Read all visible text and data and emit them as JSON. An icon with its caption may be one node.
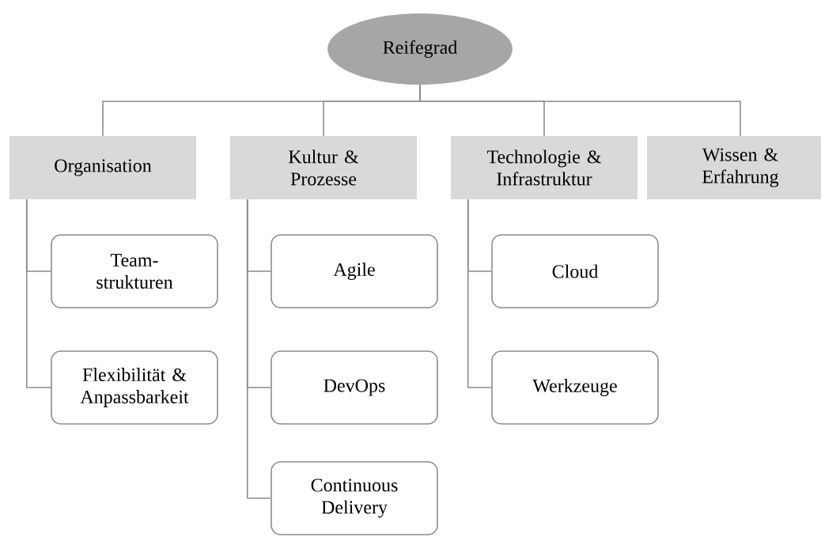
{
  "diagram": {
    "nodes": [
      {
        "text": [
          "Reifegrad"
        ]
      },
      {
        "text": [
          "Organisation"
        ]
      },
      {
        "text": [
          "Kultur & Prozesse"
        ]
      },
      {
        "text": [
          "Technologie & Infrastruktur"
        ]
      },
      {
        "text": [
          "Wissen & Erfahrung"
        ]
      },
      {
        "text": [
          "Team- strukturen"
        ]
      },
      {
        "text": [
          "Flexibilität & Anpassbarkeit"
        ]
      },
      {
        "text": [
          "Agile"
        ]
      },
      {
        "text": [
          "DevOps"
        ]
      },
      {
        "text": [
          "Continuous Delivery"
        ]
      },
      {
        "text": [
          "Cloud"
        ]
      },
      {
        "text": [
          "Werkzeuge"
        ]
      }
    ],
    "edges": [
      {
        "from": 0,
        "to": 1,
        "arrow": "none"
      },
      {
        "from": 0,
        "to": 2,
        "arrow": "none"
      },
      {
        "from": 0,
        "to": 3,
        "arrow": "none"
      },
      {
        "from": 0,
        "to": 4,
        "arrow": "none"
      },
      {
        "from": 1,
        "to": 5,
        "arrow": "none"
      },
      {
        "from": 1,
        "to": 6,
        "arrow": "none"
      },
      {
        "from": 2,
        "to": 7,
        "arrow": "none"
      },
      {
        "from": 2,
        "to": 8,
        "arrow": "none"
      },
      {
        "from": 2,
        "to": 9,
        "arrow": "none"
      },
      {
        "from": 3,
        "to": 10,
        "arrow": "none"
      },
      {
        "from": 3,
        "to": 11,
        "arrow": "none"
      }
    ]
  }
}
